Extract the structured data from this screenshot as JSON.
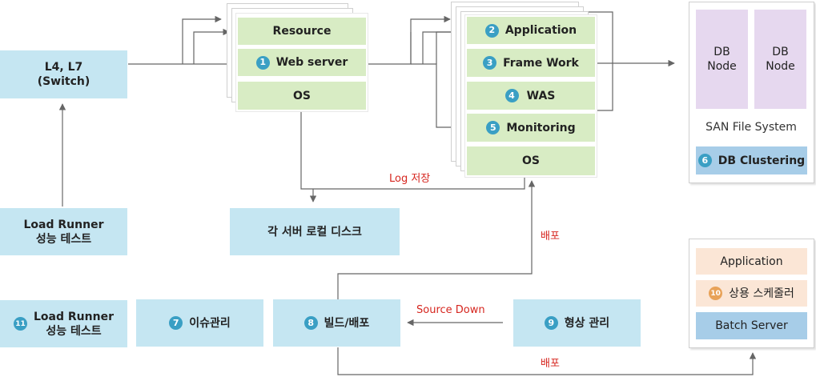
{
  "switch_box": {
    "text": "L4, L7\n(Switch)"
  },
  "load_runner_top": {
    "text": "Load Runner\n성능 테스트"
  },
  "web_stack": {
    "resource": "Resource",
    "web_server_num": "1",
    "web_server": "Web server",
    "os": "OS"
  },
  "app_stack": {
    "application_num": "2",
    "application": "Application",
    "framework_num": "3",
    "framework": "Frame Work",
    "was_num": "4",
    "was": "WAS",
    "monitoring_num": "5",
    "monitoring": "Monitoring",
    "os": "OS"
  },
  "db_panel": {
    "node1": "DB\nNode",
    "node2": "DB\nNode",
    "san": "SAN File System",
    "clustering_num": "6",
    "clustering": "DB Clustering"
  },
  "local_disk": "각 서버 로컬 디스크",
  "labels": {
    "log_save": "Log 저장",
    "deploy_top": "배포",
    "source_down": "Source Down",
    "deploy_bottom": "배포"
  },
  "bottom_row": {
    "load_runner_num": "11",
    "load_runner": "Load Runner\n성능 테스트",
    "issue_num": "7",
    "issue": "이슈관리",
    "build_num": "8",
    "build": "빌드/배포",
    "config_num": "9",
    "config": "형상 관리"
  },
  "batch_panel": {
    "application": "Application",
    "scheduler_num": "10",
    "scheduler": "상용 스케줄러",
    "batch_server": "Batch Server"
  }
}
